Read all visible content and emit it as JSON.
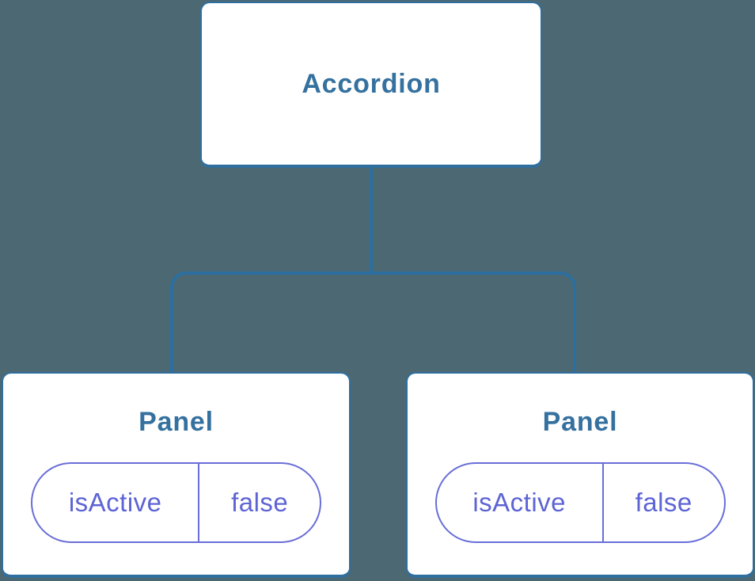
{
  "diagram": {
    "type": "component-tree",
    "colors": {
      "background": "#4C6873",
      "node_fill": "#FFFFFF",
      "node_border": "#2F6F9F",
      "node_title": "#35719F",
      "connector": "#2B6FA0",
      "pill_border": "#696ED8",
      "pill_text": "#5D64D4"
    },
    "root": {
      "label": "Accordion"
    },
    "children": [
      {
        "label": "Panel",
        "props": [
          {
            "name": "isActive",
            "value": "false"
          }
        ]
      },
      {
        "label": "Panel",
        "props": [
          {
            "name": "isActive",
            "value": "false"
          }
        ]
      }
    ]
  }
}
